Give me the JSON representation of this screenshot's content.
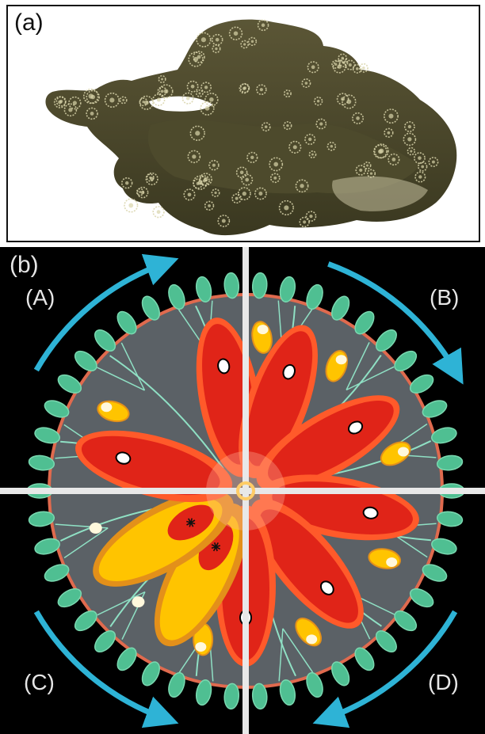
{
  "panel_a": {
    "label": "(a)"
  },
  "panel_b": {
    "label": "(b)",
    "quadrants": [
      "(A)",
      "(B)",
      "(C)",
      "(D)"
    ]
  },
  "colors": {
    "background": "#000000",
    "divider": "#e8e8e8",
    "disc": "#5b6166",
    "rim": "#e06a4e",
    "tentacle": "#4fbf92",
    "canal": "#8fe0c4",
    "gonad_red": "#e02418",
    "gonad_red_edge": "#ff5a2a",
    "gonad_yellow": "#ffc400",
    "gonad_yellow_edge": "#e3901a",
    "arrow": "#2eb3d6",
    "coral_base": "#4d4a2c",
    "coral_polyp": "#d8d4aa"
  }
}
